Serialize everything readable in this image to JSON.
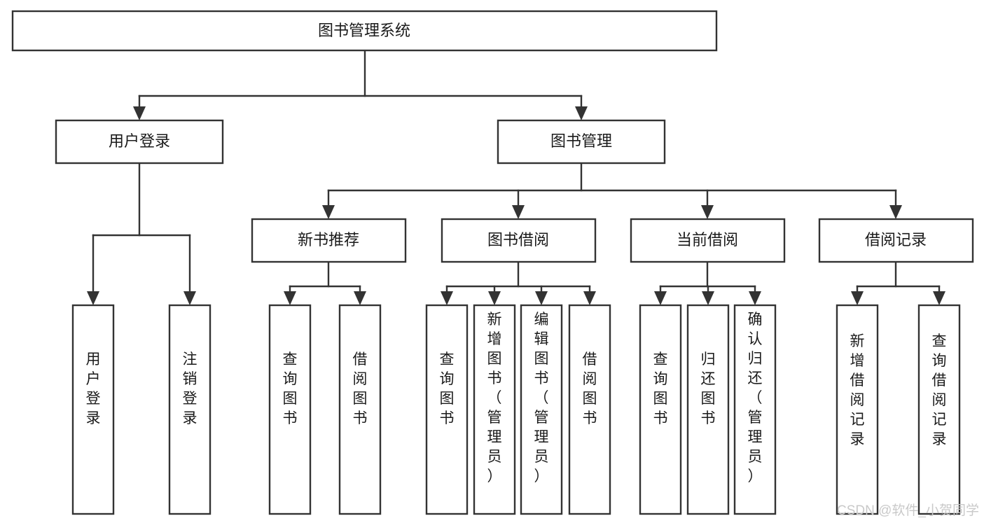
{
  "diagram": {
    "title": "图书管理系统",
    "type": "tree-hierarchy",
    "orientation": "top-down",
    "root": {
      "id": "root",
      "label": "图书管理系统"
    },
    "level1": [
      {
        "id": "user-login",
        "label": "用户登录"
      },
      {
        "id": "book-manage",
        "label": "图书管理"
      }
    ],
    "level2": [
      {
        "id": "new-book-recommend",
        "label": "新书推荐",
        "parent": "book-manage"
      },
      {
        "id": "book-borrow",
        "label": "图书借阅",
        "parent": "book-manage"
      },
      {
        "id": "current-borrow",
        "label": "当前借阅",
        "parent": "book-manage"
      },
      {
        "id": "borrow-record",
        "label": "借阅记录",
        "parent": "book-manage"
      }
    ],
    "leaves": {
      "user-login": [
        {
          "id": "leaf-user-login",
          "label": "用户登录"
        },
        {
          "id": "leaf-logout-login",
          "label": "注销登录"
        }
      ],
      "new-book-recommend": [
        {
          "id": "leaf-query-book-1",
          "label": "查询图书"
        },
        {
          "id": "leaf-borrow-book-1",
          "label": "借阅图书"
        }
      ],
      "book-borrow": [
        {
          "id": "leaf-query-book-2",
          "label": "查询图书"
        },
        {
          "id": "leaf-add-book",
          "label": "新增图书（管理员）"
        },
        {
          "id": "leaf-edit-book",
          "label": "编辑图书（管理员）"
        },
        {
          "id": "leaf-borrow-book-2",
          "label": "借阅图书"
        }
      ],
      "current-borrow": [
        {
          "id": "leaf-query-book-3",
          "label": "查询图书"
        },
        {
          "id": "leaf-return-book",
          "label": "归还图书"
        },
        {
          "id": "leaf-confirm-return",
          "label": "确认归还（管理员）"
        }
      ],
      "borrow-record": [
        {
          "id": "leaf-add-record",
          "label": "新增借阅记录"
        },
        {
          "id": "leaf-query-record",
          "label": "查询借阅记录"
        }
      ]
    }
  },
  "watermark": {
    "text": "CSDN @软件_小贺同学"
  },
  "colors": {
    "background": "#ffffff",
    "box_fill": "#ffffff",
    "box_stroke": "#333333",
    "text": "#1a1a1a",
    "watermark": "#c9c9c9"
  }
}
